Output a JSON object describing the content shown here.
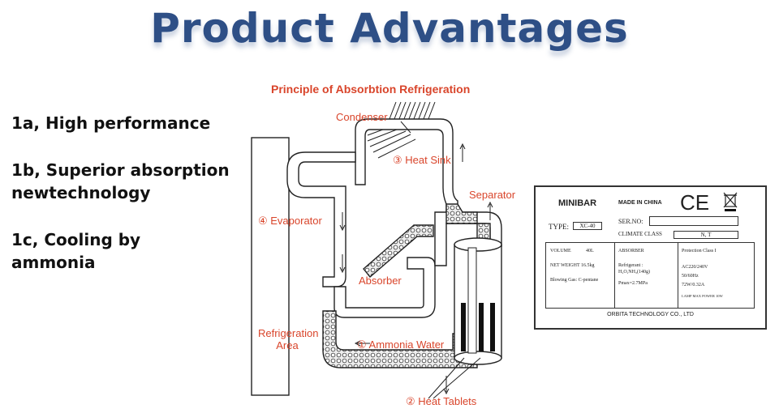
{
  "title": "Product  Advantages",
  "advantages": [
    {
      "line1": "1a, High performance",
      "line2": ""
    },
    {
      "line1": "1b, Superior absorption",
      "line2": "newtechnology"
    },
    {
      "line1": "1c, Cooling by",
      "line2": "ammonia"
    }
  ],
  "diagram": {
    "title": "Principle of Absorbtion Refrigeration",
    "labels": {
      "condenser": "Condenser",
      "heat_sink": "③ Heat Sink",
      "separator": "Separator",
      "evaporator": "④ Evaporator",
      "absorber": "Absorber",
      "refrigeration_area_1": "Refrigeration",
      "refrigeration_area_2": "Area",
      "ammonia_water": "① Ammonia Water",
      "heat_tablets": "② Heat Tablets"
    }
  },
  "nameplate": {
    "model": "MINIBAR",
    "made_in": "MADE IN CHINA",
    "ce": "CE",
    "type_label": "TYPE:",
    "type_value": "XC-40",
    "ser_label": "SER.NO:",
    "climate_label": "CLIMATE CLASS",
    "climate_value": "N, T",
    "volume_label": "VOLUME",
    "volume_value": "40L",
    "net_weight": "NET WEIGHT 16.5kg",
    "blowing_gas": "Blowing Gas: C-pentane",
    "absorber": "ABSORBER",
    "refrigerant_1": "Refrigerant :",
    "refrigerant_2": "H₂O,NH₃(140g)",
    "pmax": "Pmax=2.7MPa",
    "protection": "Protection Class I",
    "voltage": "AC220/240V",
    "frequency": "50/60Hz",
    "power": "72W/0.32A",
    "lamp": "LAMP MAX POWER 10W",
    "company": "ORBITA TECHNOLOGY CO., LTD"
  }
}
